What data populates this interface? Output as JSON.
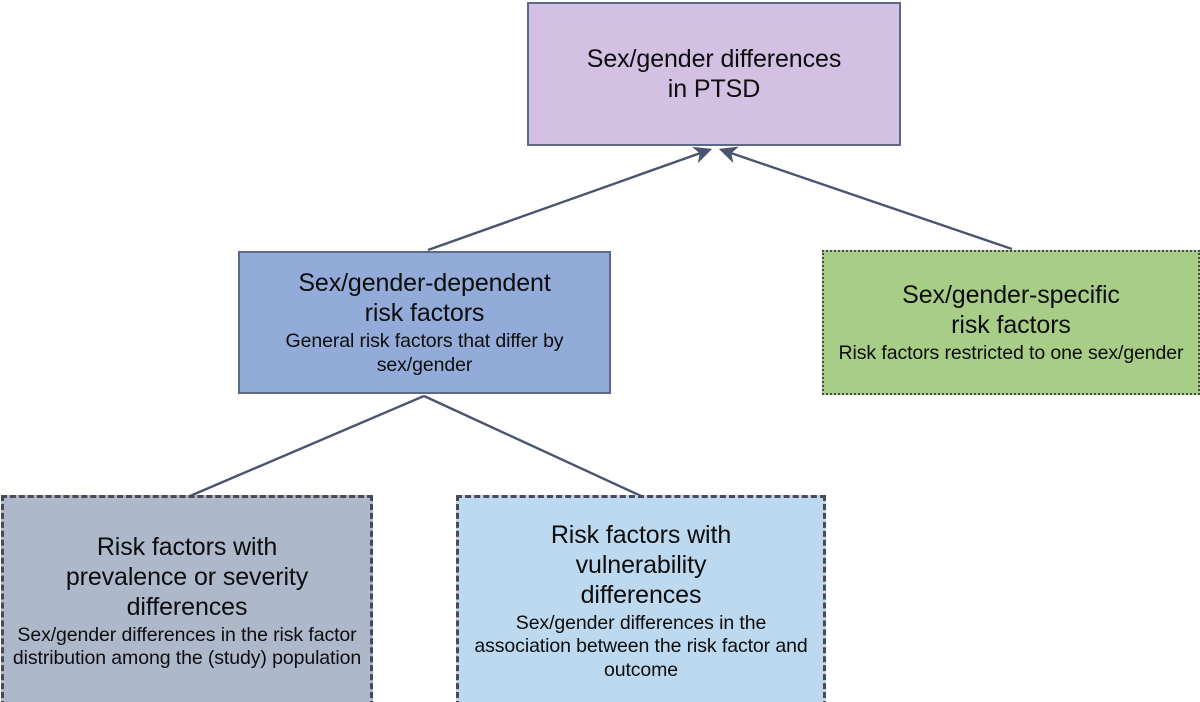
{
  "diagram": {
    "type": "hierarchy-flowchart",
    "orientation": "bottom-up",
    "nodes": {
      "root": {
        "title": "Sex/gender differences\nin PTSD",
        "title_line_1": "Sex/gender differences",
        "title_line_2": "in PTSD",
        "subtitle": "",
        "fill_color": "#d2c1e2",
        "border_color": "#5d6a87",
        "border_style": "solid"
      },
      "dependent": {
        "title_line_1": "Sex/gender-dependent",
        "title_line_2": "risk factors",
        "subtitle": "General risk factors that differ by sex/gender",
        "fill_color": "#92abd8",
        "border_color": "#5d6a87",
        "border_style": "solid"
      },
      "specific": {
        "title_line_1": "Sex/gender-specific",
        "title_line_2": "risk factors",
        "subtitle": "Risk factors restricted to one sex/gender",
        "fill_color": "#a7cd87",
        "border_color": "#4a4a4a",
        "border_style": "dotted"
      },
      "prevalence": {
        "title_line_1": "Risk factors with",
        "title_line_2": "prevalence or severity",
        "title_line_3": "differences",
        "subtitle": "Sex/gender differences in the risk factor distribution among the (study) population",
        "fill_color": "#aeb8cb",
        "border_color": "#4a4a57",
        "border_style": "dashed"
      },
      "vulnerability": {
        "title_line_1": "Risk factors with",
        "title_line_2": "vulnerability",
        "title_line_3": "differences",
        "subtitle": "Sex/gender differences in the association between the risk factor and outcome",
        "fill_color": "#bcd9ef",
        "border_color": "#4a4a57",
        "border_style": "dashed"
      }
    },
    "edges": [
      {
        "from": "dependent",
        "to": "root",
        "arrowhead": true
      },
      {
        "from": "specific",
        "to": "root",
        "arrowhead": true
      },
      {
        "from": "prevalence",
        "to": "dependent",
        "arrowhead": false
      },
      {
        "from": "vulnerability",
        "to": "dependent",
        "arrowhead": false
      }
    ],
    "connector_color": "#4a5470"
  }
}
